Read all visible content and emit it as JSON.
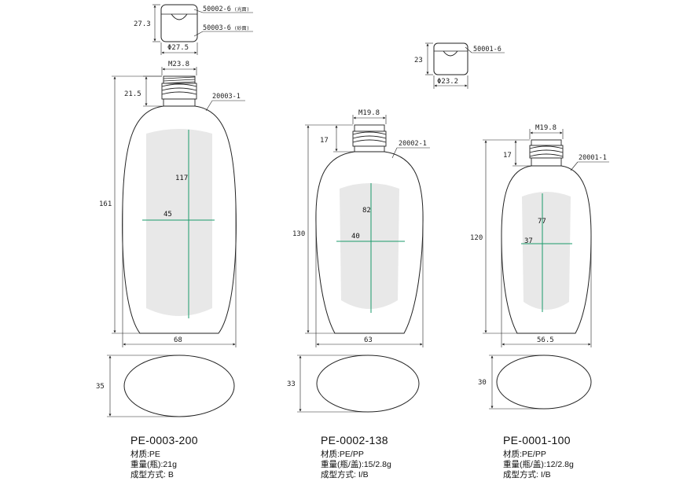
{
  "colors": {
    "line": "#222222",
    "label_panel": "#e8e8e8",
    "center_mark": "#1a9a6a"
  },
  "caps": [
    {
      "height": "27.3",
      "diameter": "Φ27.5",
      "codes": [
        {
          "code": "50002-6",
          "note": "(光面)"
        },
        {
          "code": "50003-6",
          "note": "(砂面)"
        }
      ]
    },
    {
      "height": "23",
      "diameter": "Φ23.2",
      "codes": [
        {
          "code": "50001-6",
          "note": ""
        }
      ]
    }
  ],
  "bottles": [
    {
      "neck": "M23.8",
      "neck_height": "21.5",
      "body_code": "20003-1",
      "total_height": "161",
      "width": "68",
      "depth": "35",
      "label_height": "117",
      "label_width": "45",
      "model": "PE-0003-200",
      "material": "材质:PE",
      "weight": "重量(瓶):21g",
      "molding": "成型方式: B"
    },
    {
      "neck": "M19.8",
      "neck_height": "17",
      "body_code": "20002-1",
      "total_height": "130",
      "width": "63",
      "depth": "33",
      "label_height": "82",
      "label_width": "40",
      "model": "PE-0002-138",
      "material": "材质:PE/PP",
      "weight": "重量(瓶/盖):15/2.8g",
      "molding": "成型方式: I/B"
    },
    {
      "neck": "M19.8",
      "neck_height": "17",
      "body_code": "20001-1",
      "total_height": "120",
      "width": "56.5",
      "depth": "30",
      "label_height": "77",
      "label_width": "37",
      "model": "PE-0001-100",
      "material": "材质:PE/PP",
      "weight": "重量(瓶/盖):12/2.8g",
      "molding": "成型方式: I/B"
    }
  ]
}
